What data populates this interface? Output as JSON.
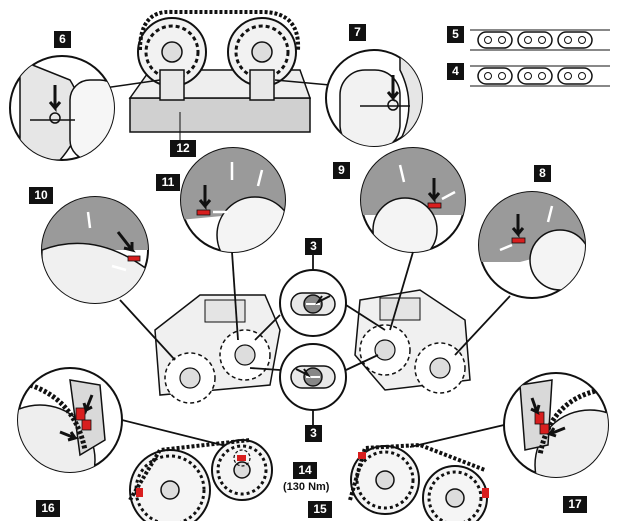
{
  "callouts": {
    "c3a": "3",
    "c3b": "3",
    "c4": "4",
    "c5": "5",
    "c6": "6",
    "c7": "7",
    "c8": "8",
    "c9": "9",
    "c10": "10",
    "c11": "11",
    "c12": "12",
    "c14": "14",
    "c15": "15",
    "c16": "16",
    "c17": "17"
  },
  "torque_label": "(130 Nm)",
  "colors": {
    "ink": "#111111",
    "grey_fill": "#9a9a9a",
    "light_grey": "#d9d9d9",
    "mark_red": "#d81e1e",
    "paper": "#ffffff"
  }
}
